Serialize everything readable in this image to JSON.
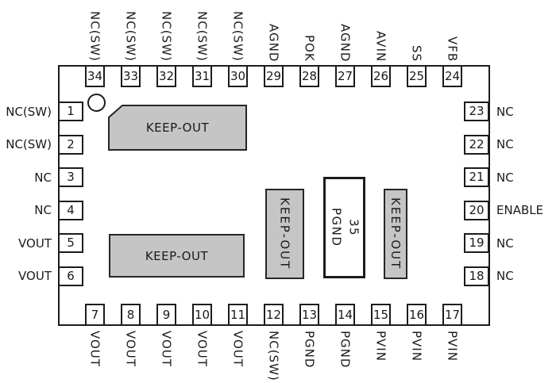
{
  "diagram": {
    "colors": {
      "background": "#ffffff",
      "outline": "#1c1c1c",
      "keepout_fill": "#c5c5c5",
      "text": "#1a1a1a"
    },
    "keepouts": [
      {
        "label": "KEEP-OUT"
      },
      {
        "label": "KEEP-OUT"
      },
      {
        "label": "KEEP-OUT"
      },
      {
        "label": "KEEP-OUT"
      }
    ],
    "center_pad": {
      "number": "35",
      "label": "PGND"
    }
  },
  "pins": {
    "top": [
      {
        "number": "34",
        "label": "NC(SW)"
      },
      {
        "number": "33",
        "label": "NC(SW)"
      },
      {
        "number": "32",
        "label": "NC(SW)"
      },
      {
        "number": "31",
        "label": "NC(SW)"
      },
      {
        "number": "30",
        "label": "NC(SW)"
      },
      {
        "number": "29",
        "label": "AGND"
      },
      {
        "number": "28",
        "label": "POK"
      },
      {
        "number": "27",
        "label": "AGND"
      },
      {
        "number": "26",
        "label": "AVIN"
      },
      {
        "number": "25",
        "label": "SS"
      },
      {
        "number": "24",
        "label": "VFB"
      }
    ],
    "bottom": [
      {
        "number": "7",
        "label": "VOUT"
      },
      {
        "number": "8",
        "label": "VOUT"
      },
      {
        "number": "9",
        "label": "VOUT"
      },
      {
        "number": "10",
        "label": "VOUT"
      },
      {
        "number": "11",
        "label": "VOUT"
      },
      {
        "number": "12",
        "label": "NC(SW)"
      },
      {
        "number": "13",
        "label": "PGND"
      },
      {
        "number": "14",
        "label": "PGND"
      },
      {
        "number": "15",
        "label": "PVIN"
      },
      {
        "number": "16",
        "label": "PVIN"
      },
      {
        "number": "17",
        "label": "PVIN"
      }
    ],
    "left": [
      {
        "number": "1",
        "label": "NC(SW)"
      },
      {
        "number": "2",
        "label": "NC(SW)"
      },
      {
        "number": "3",
        "label": "NC"
      },
      {
        "number": "4",
        "label": "NC"
      },
      {
        "number": "5",
        "label": "VOUT"
      },
      {
        "number": "6",
        "label": "VOUT"
      }
    ],
    "right": [
      {
        "number": "23",
        "label": "NC"
      },
      {
        "number": "22",
        "label": "NC"
      },
      {
        "number": "21",
        "label": "NC"
      },
      {
        "number": "20",
        "label": "ENABLE"
      },
      {
        "number": "19",
        "label": "NC"
      },
      {
        "number": "18",
        "label": "NC"
      }
    ]
  }
}
